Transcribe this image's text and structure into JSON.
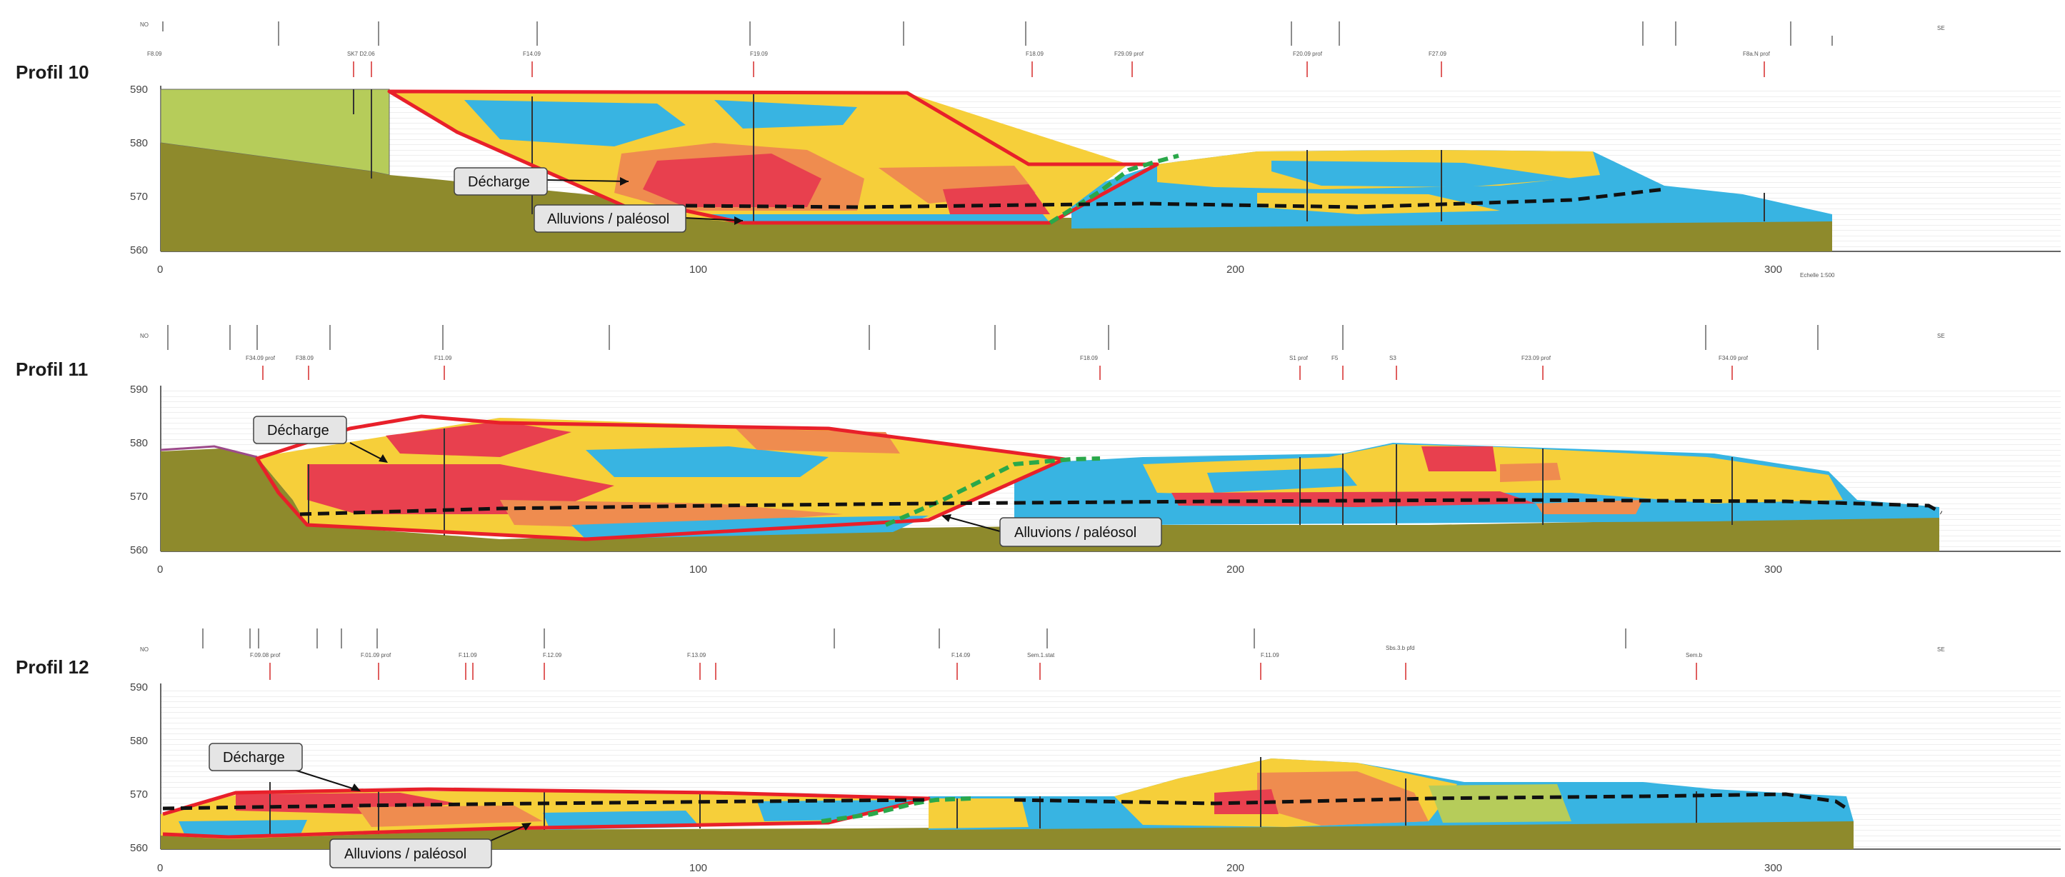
{
  "profiles": [
    {
      "title": "Profil 10",
      "y_ticks": [
        "590",
        "580",
        "570",
        "560"
      ],
      "x_ticks": [
        "0",
        "100",
        "200",
        "300"
      ],
      "callouts": [
        "Décharge",
        "Alluvions / paléosol"
      ],
      "top_labels": [
        "NO",
        "F8.09",
        "SK7 D2.06",
        "F14.09",
        "F19.09",
        "F18.09",
        "F29.09 prof",
        "F20.09 prof",
        "F27.09",
        "F8a.N prof",
        "SE"
      ],
      "scale_note": "Echelle 1:500"
    },
    {
      "title": "Profil 11",
      "y_ticks": [
        "590",
        "580",
        "570",
        "560"
      ],
      "x_ticks": [
        "0",
        "100",
        "200",
        "300"
      ],
      "callouts": [
        "Décharge",
        "Alluvions / paléosol"
      ],
      "top_labels": [
        "NO",
        "F34.09 prof",
        "F38.09",
        "F11.09",
        "F18.09",
        "S1 prof",
        "F5",
        "S3",
        "F23.09 prof",
        "F34.09 prof",
        "SE"
      ]
    },
    {
      "title": "Profil 12",
      "y_ticks": [
        "590",
        "580",
        "570",
        "560"
      ],
      "x_ticks": [
        "0",
        "100",
        "200",
        "300"
      ],
      "callouts": [
        "Décharge",
        "Alluvions / paléosol"
      ],
      "top_labels": [
        "NO",
        "F.09.08 prof",
        "F.01.09 prof",
        "F.11.09",
        "F.12.09",
        "F.13.09",
        "F.14.09",
        "Sem.1.stat",
        "F.11.09",
        "Sbs.3.b pfd",
        "Sem.b",
        "SE"
      ]
    }
  ],
  "colors": {
    "red_outline": "#e8202a",
    "green_dash": "#2aa84a",
    "black_dash": "#111111",
    "fill_red": "#e8404e",
    "fill_orange": "#ef8c4f",
    "fill_yellow": "#f6cf3a",
    "fill_blue": "#38b4e2",
    "fill_olive": "#8e8a2c",
    "fill_lime": "#b6cc5a",
    "grid": "#d8d8d8"
  }
}
